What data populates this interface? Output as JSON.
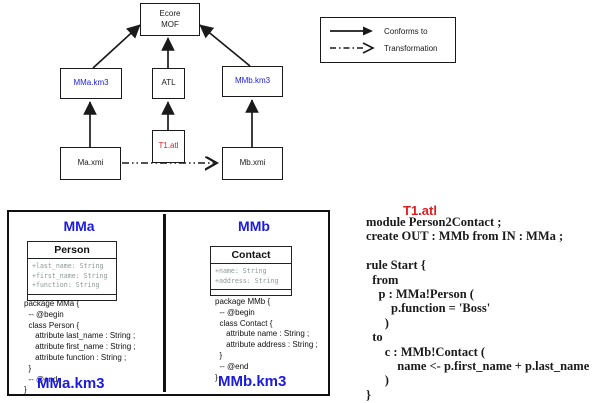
{
  "colors": {
    "blue": "#1b1bdf",
    "red": "#e01c1c",
    "attr_gray": "#8c9898"
  },
  "diagram": {
    "nodes": {
      "ecore_line1": "Ecore",
      "ecore_line2": "MOF",
      "mma_km3": "MMa.km3",
      "atl": "ATL",
      "mmb_km3": "MMb.km3",
      "ma_xmi": "Ma.xmi",
      "t1_atl": "T1.atl",
      "mb_xmi": "Mb.xmi"
    },
    "legend": {
      "conforms_to": "Conforms to",
      "transformation": "Transformation"
    }
  },
  "panel": {
    "mma": {
      "title": "MMa",
      "class_box": {
        "name": "Person",
        "attributes": [
          "+last_name: String",
          "+first_name: String",
          "+function: String"
        ]
      },
      "code": "package MMa {\n  -- @begin\n  class Person {\n     attribute last_name : String ;\n     attribute first_name : String ;\n     attribute function : String ;\n  }\n  -- @end\n}",
      "file_label": "MMa.km3"
    },
    "mmb": {
      "title": "MMb",
      "class_box": {
        "name": "Contact",
        "attributes": [
          "+name: String",
          "+address: String"
        ]
      },
      "code": "package MMb {\n  -- @begin\n  class Contact {\n     attribute name : String ;\n     attribute address : String ;\n  }\n  -- @end\n}",
      "file_label": "MMb.km3"
    }
  },
  "atl": {
    "title": "T1.atl",
    "code": "module Person2Contact ;\ncreate OUT : MMb from IN : MMa ;\n\nrule Start {\n  from\n    p : MMa!Person (\n        p.function = 'Boss'\n      )\n  to\n      c : MMb!Contact (\n          name <- p.first_name + p.last_name\n      )\n}"
  }
}
